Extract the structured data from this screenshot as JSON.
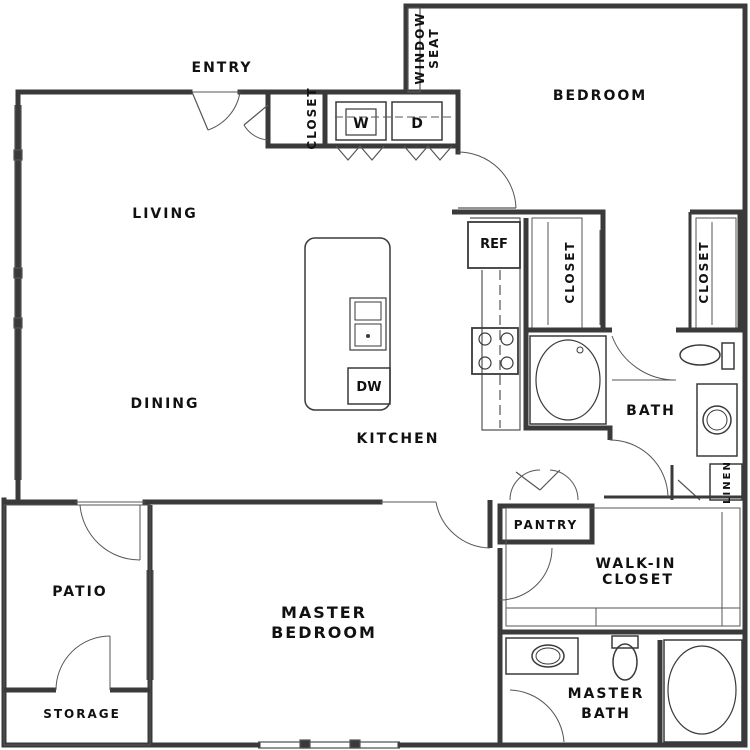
{
  "colors": {
    "wall": "#3a3a3a",
    "line": "#555555",
    "text": "#111111",
    "background": "#ffffff"
  },
  "rooms": {
    "entry": "ENTRY",
    "window_seat_line1": "WINDOW",
    "window_seat_line2": "SEAT",
    "bedroom": "BEDROOM",
    "living": "LIVING",
    "dining": "DINING",
    "kitchen": "KITCHEN",
    "closet_small": "CLOSET",
    "closet_bedroom": "CLOSET",
    "closet_bath": "CLOSET",
    "bath": "BATH",
    "linen": "LINEN",
    "pantry": "PANTRY",
    "walk_in_closet_line1": "WALK-IN",
    "walk_in_closet_line2": "CLOSET",
    "patio": "PATIO",
    "storage": "STORAGE",
    "master_bedroom_line1": "MASTER",
    "master_bedroom_line2": "BEDROOM",
    "master_bath_line1": "MASTER",
    "master_bath_line2": "BATH"
  },
  "appliances": {
    "washer": "W",
    "dryer": "D",
    "refrigerator": "REF",
    "dishwasher": "DW"
  }
}
